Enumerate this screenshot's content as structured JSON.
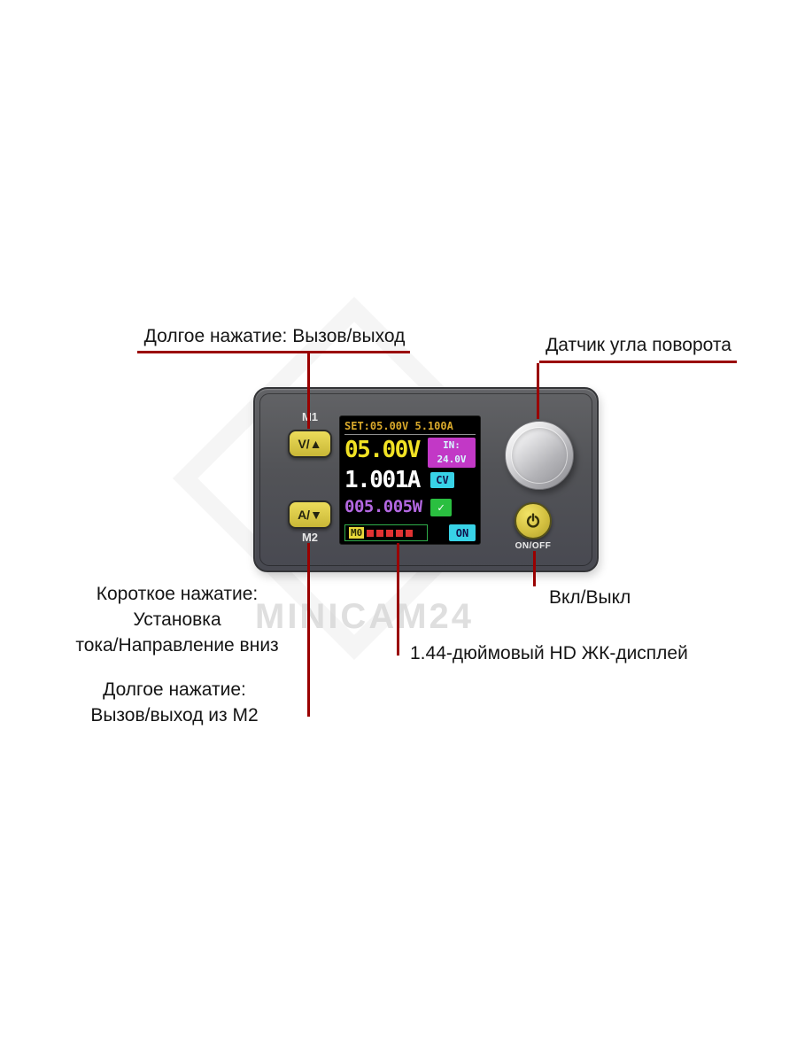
{
  "watermark": {
    "brand": "MINICAM24"
  },
  "callouts": {
    "m1_long_press": "Долгое нажатие: Вызов/выход",
    "rotary_encoder": "Датчик угла поворота",
    "short_press_l1": "Короткое нажатие:",
    "short_press_l2": "Установка",
    "short_press_l3": "тока/Направление вниз",
    "m2_long_press_l1": "Долгое нажатие:",
    "m2_long_press_l2": "Вызов/выход из M2",
    "power_toggle": "Вкл/Выкл",
    "lcd_display": "1.44-дюймовый HD ЖК-дисплей"
  },
  "device": {
    "m1_label": "M1",
    "m2_label": "M2",
    "voltage_up_button": "V/▲",
    "current_down_button": "A/▼",
    "onoff_label": "ON/OFF",
    "lcd": {
      "set_line": "SET:05.00V 5.100A",
      "voltage": "05.00V",
      "input_label": "IN:",
      "input_value": "24.0V",
      "current": "1.001A",
      "cv_badge": "CV",
      "power": "005.005W",
      "check_badge": "✓",
      "memory_slot": "M0",
      "output_badge": "ON"
    }
  },
  "colors": {
    "annotation_line": "#9a0000",
    "label_text": "#151515",
    "device_body": "#525357",
    "button_yellow": "#d9c742",
    "lcd_set_amber": "#d9a92b",
    "lcd_voltage_yellow": "#f1e224",
    "lcd_current_white": "#ffffff",
    "lcd_power_violet": "#b468e2",
    "in_box_magenta": "#c238c6",
    "badge_cyan": "#38d2e6",
    "badge_green": "#2abf40",
    "gauge_red": "#e23232"
  }
}
